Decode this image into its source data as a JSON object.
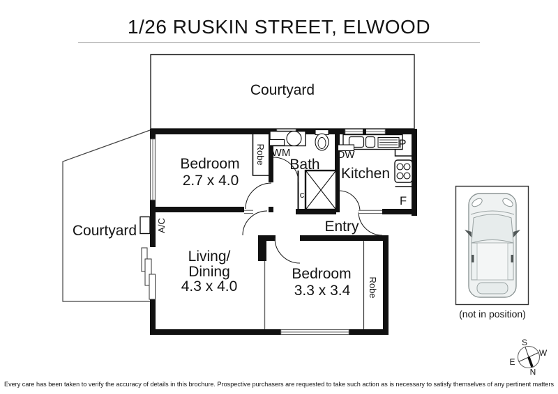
{
  "title": "1/26 RUSKIN STREET, ELWOOD",
  "plan": {
    "courtyard_top": "Courtyard",
    "courtyard_left": "Courtyard",
    "bedroom1": {
      "name": "Bedroom",
      "dims": "2.7 x 4.0"
    },
    "bedroom2": {
      "name": "Bedroom",
      "dims": "3.3 x 3.4"
    },
    "living": {
      "line1": "Living/",
      "line2": "Dining",
      "dims": "4.3 x 4.0"
    },
    "bath": "Bath",
    "kitchen": "Kitchen",
    "entry": "Entry",
    "robe": "Robe",
    "wm": "WM",
    "dw": "DW",
    "pantry": "P",
    "fridge": "F",
    "cupboard": "c",
    "ac": "A/C"
  },
  "car": {
    "note": "(not in position)"
  },
  "compass": {
    "n": "N",
    "s": "S",
    "e": "E",
    "w": "W"
  },
  "disclaimer": "Every care has been taken to verify the accuracy of details in this brochure. Prospective purchasers are requested to take such action as is necessary to satisfy themselves of any pertinent matters"
}
